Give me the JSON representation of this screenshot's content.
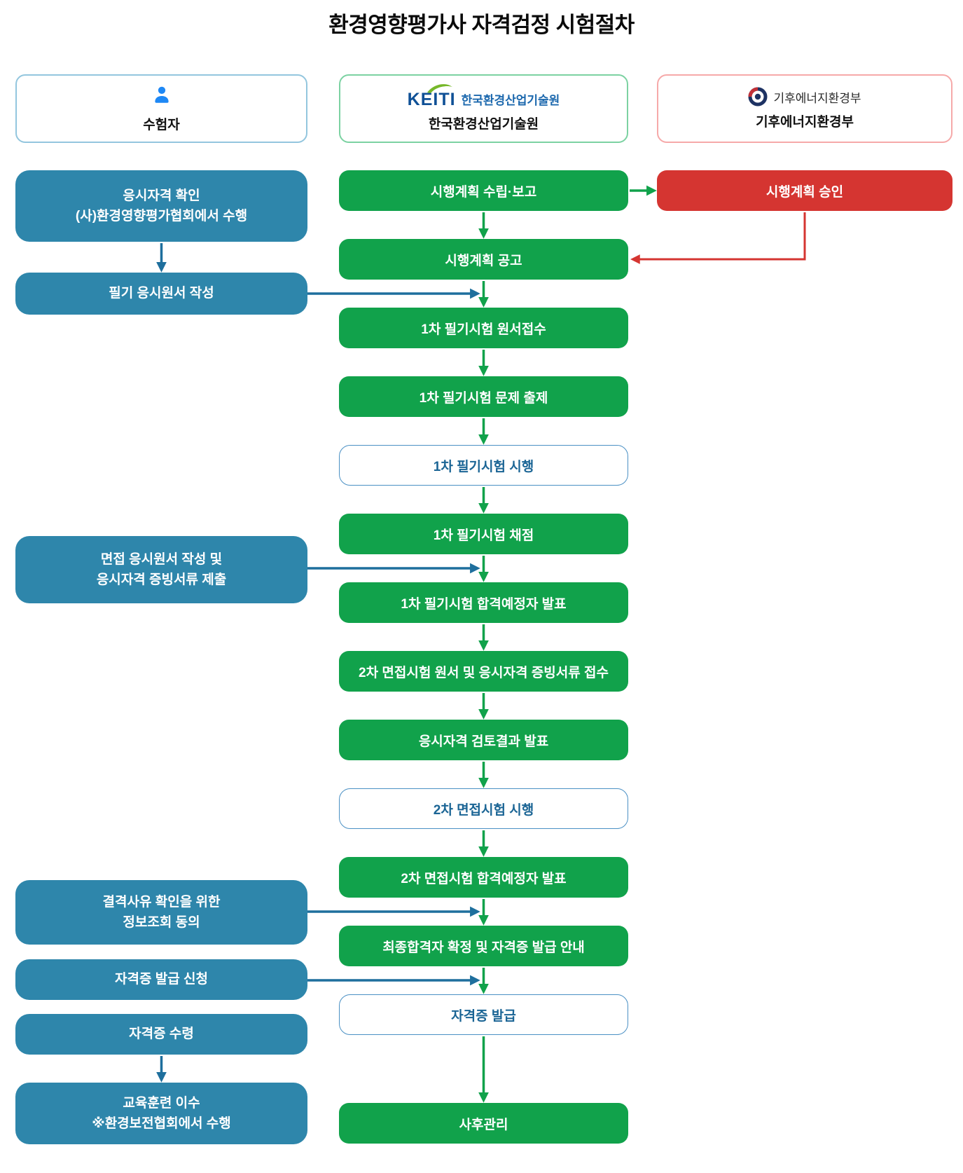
{
  "title": "환경영향평가사 자격검정 시험절차",
  "lanes": {
    "examinee": {
      "label": "수험자",
      "icon": "person-icon"
    },
    "keiti": {
      "logo_wordmark": "KEITI",
      "logo_name": "한국환경산업기술원",
      "label": "한국환경산업기술원",
      "icon": "keiti-leaf-logo"
    },
    "ministry": {
      "logo_name": "기후에너지환경부",
      "label": "기후에너지환경부",
      "icon": "korea-gov-emblem"
    }
  },
  "examinee_steps": [
    {
      "label": "응시자격 확인\n(사)환경영향평가협회에서 수행"
    },
    {
      "label": "필기 응시원서 작성"
    },
    {
      "label": "면접 응시원서 작성 및\n응시자격 증빙서류 제출"
    },
    {
      "label": "결격사유 확인을 위한\n정보조회 동의"
    },
    {
      "label": "자격증 발급 신청"
    },
    {
      "label": "자격증 수령"
    },
    {
      "label": "교육훈련 이수\n※환경보전협회에서 수행"
    }
  ],
  "process_steps": [
    {
      "label": "시행계획 수립·보고",
      "style": "green"
    },
    {
      "label": "시행계획 공고",
      "style": "green"
    },
    {
      "label": "1차 필기시험 원서접수",
      "style": "green"
    },
    {
      "label": "1차 필기시험 문제 출제",
      "style": "green"
    },
    {
      "label": "1차 필기시험 시행",
      "style": "outline"
    },
    {
      "label": "1차 필기시험 채점",
      "style": "green"
    },
    {
      "label": "1차 필기시험 합격예정자 발표",
      "style": "green"
    },
    {
      "label": "2차 면접시험 원서 및 응시자격 증빙서류 접수",
      "style": "green"
    },
    {
      "label": "응시자격 검토결과 발표",
      "style": "green"
    },
    {
      "label": "2차 면접시험 시행",
      "style": "outline"
    },
    {
      "label": "2차 면접시험 합격예정자 발표",
      "style": "green"
    },
    {
      "label": "최종합격자 확정 및 자격증 발급 안내",
      "style": "green"
    },
    {
      "label": "자격증 발급",
      "style": "outline"
    },
    {
      "label": "사후관리",
      "style": "green"
    }
  ],
  "ministry_steps": [
    {
      "label": "시행계획 승인",
      "style": "red"
    }
  ],
  "colors": {
    "examinee_box_blue": "#2e86ab",
    "process_green": "#11a24b",
    "approval_red": "#d53531",
    "arrow_blue": "#1e6f9d",
    "arrow_green": "#11a24b",
    "arrow_red": "#d53531",
    "outline_box_border": "#4a90c4",
    "outline_box_text": "#1b6595",
    "examinee_header_border": "#93c6de",
    "keiti_header_border": "#7cd2a2",
    "ministry_header_border": "#f6a9a9",
    "person_icon_blue": "#1e88f5",
    "keiti_navy": "#0f5096",
    "keiti_leaf_green": "#76b82a",
    "emblem_navy": "#1d3263",
    "emblem_red": "#c23138"
  }
}
